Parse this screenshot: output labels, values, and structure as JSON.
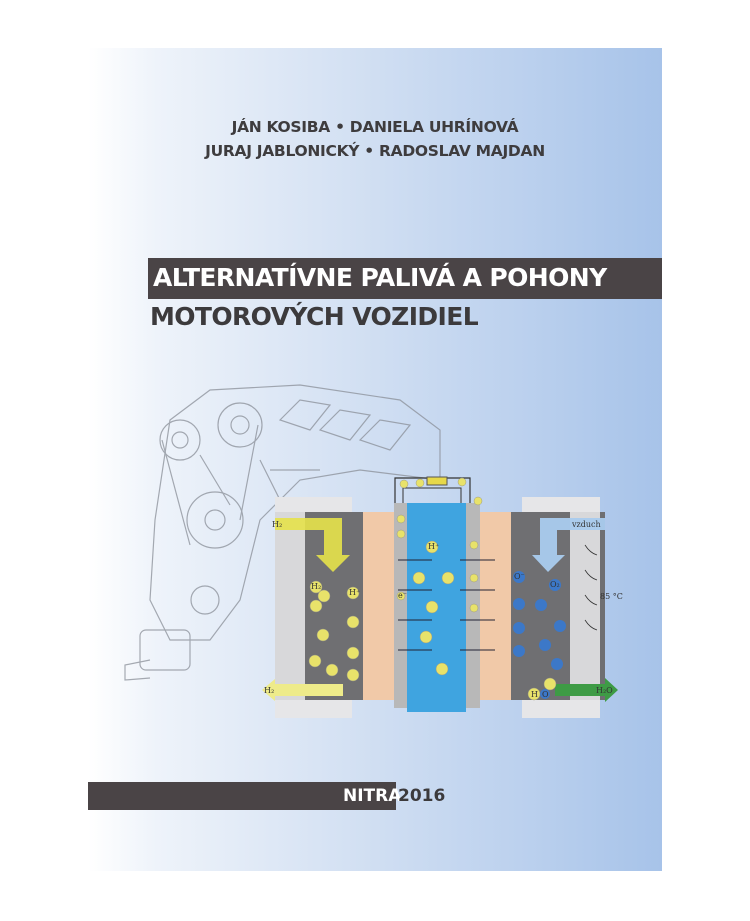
{
  "authors": {
    "line1": "JÁN KOSIBA • DANIELA UHRÍNOVÁ",
    "line2": "JURAJ JABLONICKÝ • RADOSLAV MAJDAN"
  },
  "title": {
    "line1": "ALTERNATÍVNE PALIVÁ A POHONY",
    "line2": "MOTOROVÝCH VOZIDIEL"
  },
  "imprint": {
    "city": "NITRA",
    "year": "2016"
  },
  "diagram": {
    "h2_in": "H₂",
    "air_in": "vzduch",
    "temperature": "85 °C",
    "h2_out": "H₂",
    "water_out": "H₂O",
    "electron": "e⁻",
    "proton": "H⁺",
    "hydrogen": "H₂",
    "oxygen_ion": "O⁻",
    "oxygen": "O₂",
    "h": "H",
    "o": "O"
  },
  "colors": {
    "bar": "#4a4446",
    "membrane": "#3fa4e0",
    "electrode": "#f1c9a8",
    "fuel": "#e6e24a",
    "water": "#3e9b45"
  }
}
